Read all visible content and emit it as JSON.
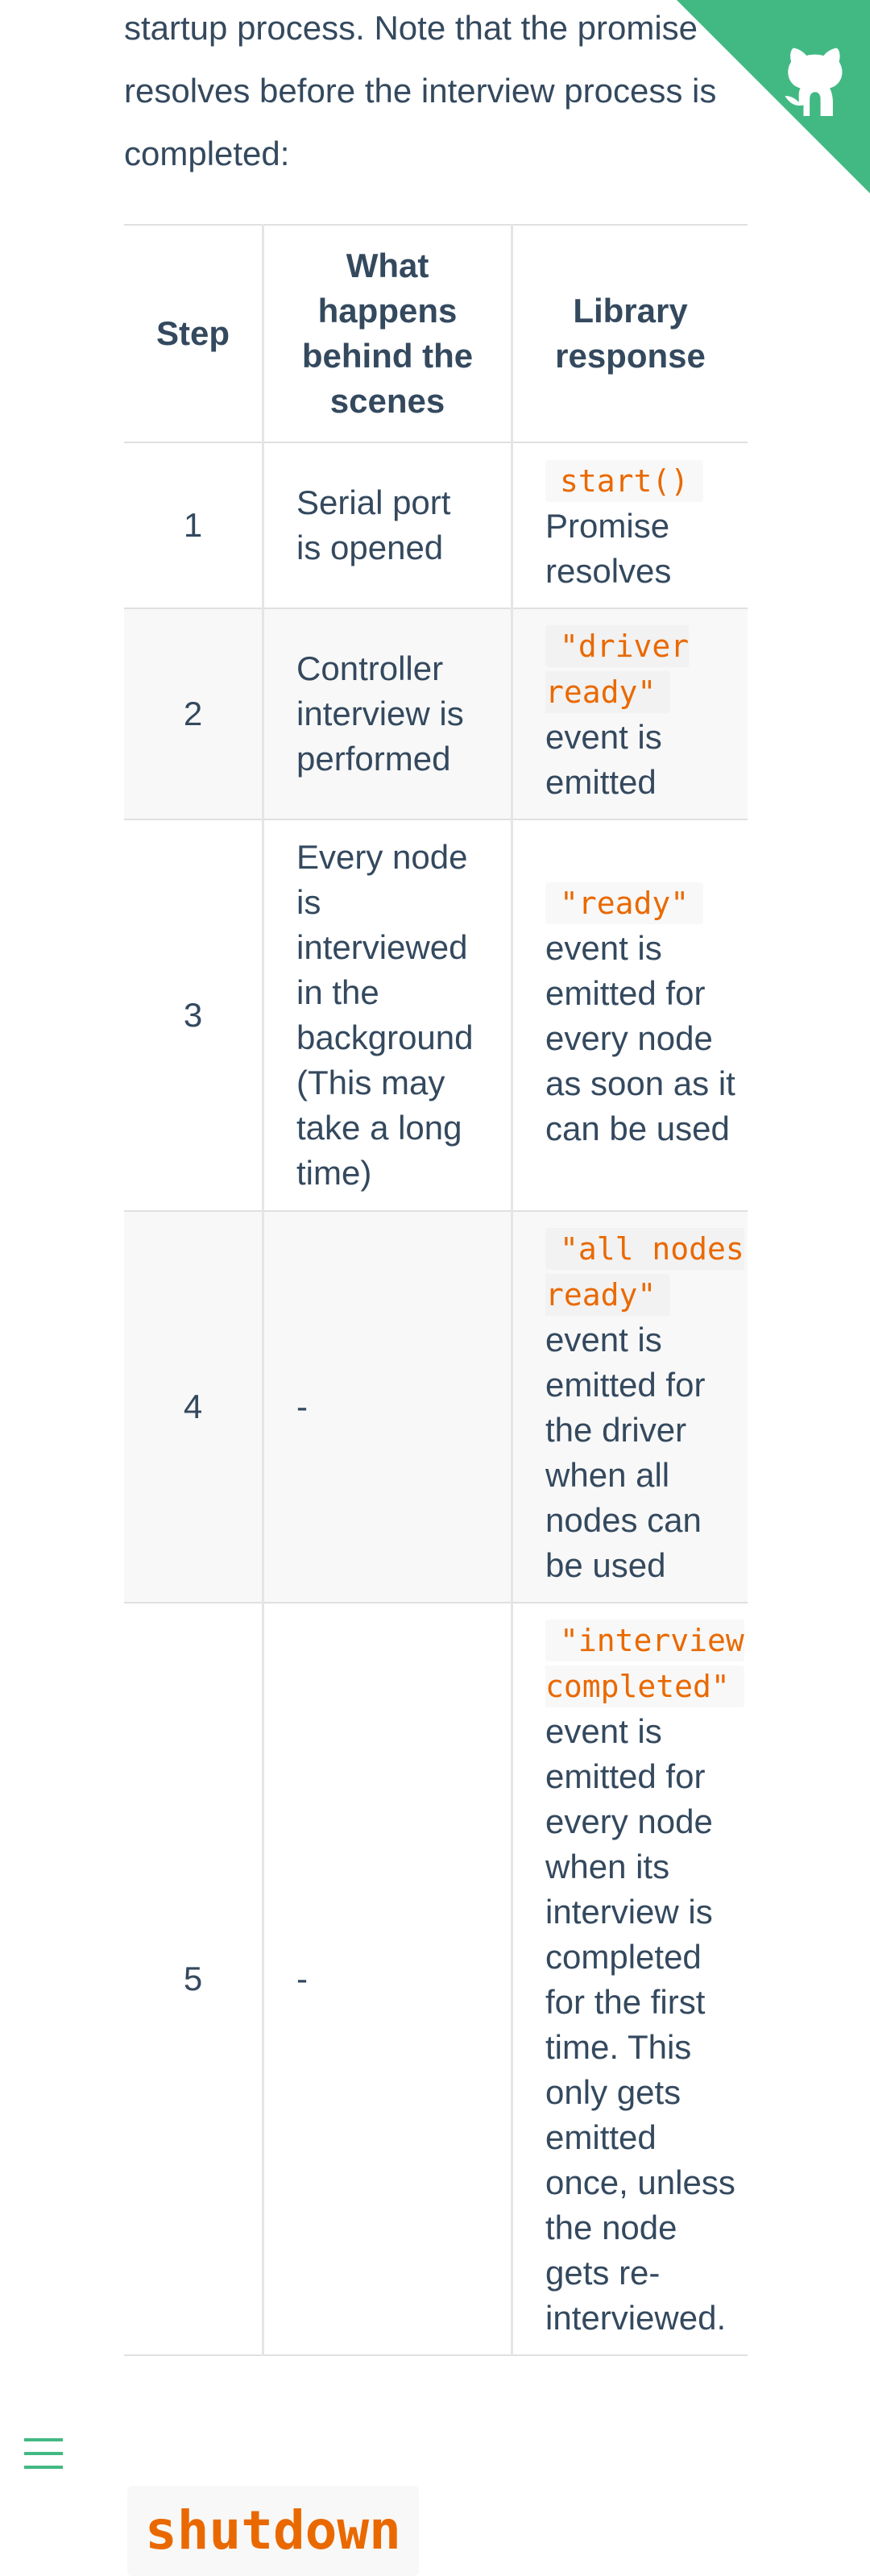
{
  "intro": {
    "line1": "startup process. Note that the promise",
    "line2": "resolves before the interview process is",
    "line3": "completed:"
  },
  "github_corner": {
    "icon": "github-octocat-icon",
    "color": "#42b983"
  },
  "table": {
    "headers": [
      "Step",
      "What happens behind the scenes",
      "Library response"
    ],
    "rows": [
      {
        "step": "1",
        "what": "Serial port is opened",
        "code": "start()",
        "response": "Promise resolves"
      },
      {
        "step": "2",
        "what": "Controller interview is performed",
        "code": "\"driver ready\"",
        "response": "event is emitted"
      },
      {
        "step": "3",
        "what": "Every node is interviewed in the background (This may take a long time)",
        "code": "\"ready\"",
        "response": "event is emitted for every node as soon as it can be used"
      },
      {
        "step": "4",
        "what": "-",
        "code": "\"all nodes ready\"",
        "response": "event is emitted for the driver when all nodes can be used"
      },
      {
        "step": "5",
        "what": "-",
        "code": "\"interview completed\"",
        "response": "event is emitted for every node when its interview is completed for the first time. This only gets emitted once, unless the node gets re-interviewed."
      }
    ]
  },
  "sidebar_toggle": {
    "icon": "hamburger-menu-icon",
    "color": "#42b983"
  },
  "next_heading": {
    "text": "shutdown",
    "color": "#e96900"
  }
}
